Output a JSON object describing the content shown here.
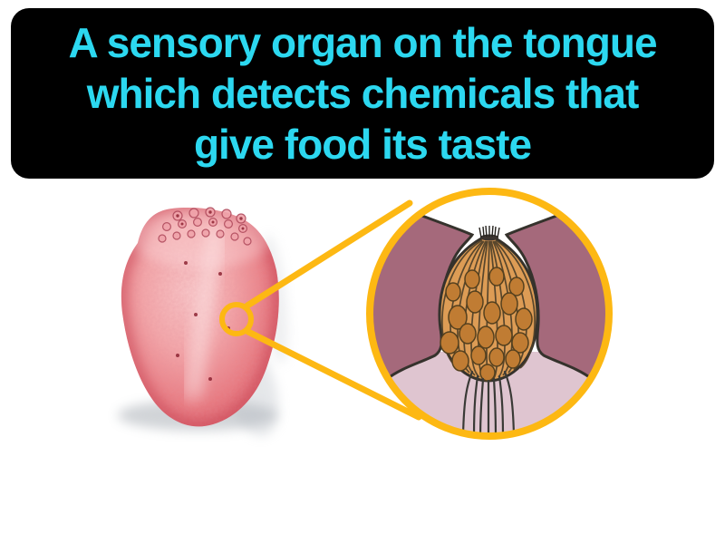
{
  "banner": {
    "lines": [
      "A sensory organ on the tongue",
      "which detects chemicals that",
      "give food its taste"
    ],
    "text_color": "#2CD8F0",
    "background_color": "#000000"
  },
  "illustration": {
    "colors": {
      "accent_gold": "#FDB813",
      "tongue_pink": "#EE8E93",
      "tongue_edge": "#D65763",
      "tongue_highlight": "#F6BCBE",
      "epithelium_mauve": "#A5697B",
      "connective_pink": "#DFC5D0",
      "cell_orange": "#DD9C55",
      "nucleus_orange": "#C07C33",
      "outline_dark": "#35322C",
      "page_background": "#FFFFFF"
    }
  }
}
